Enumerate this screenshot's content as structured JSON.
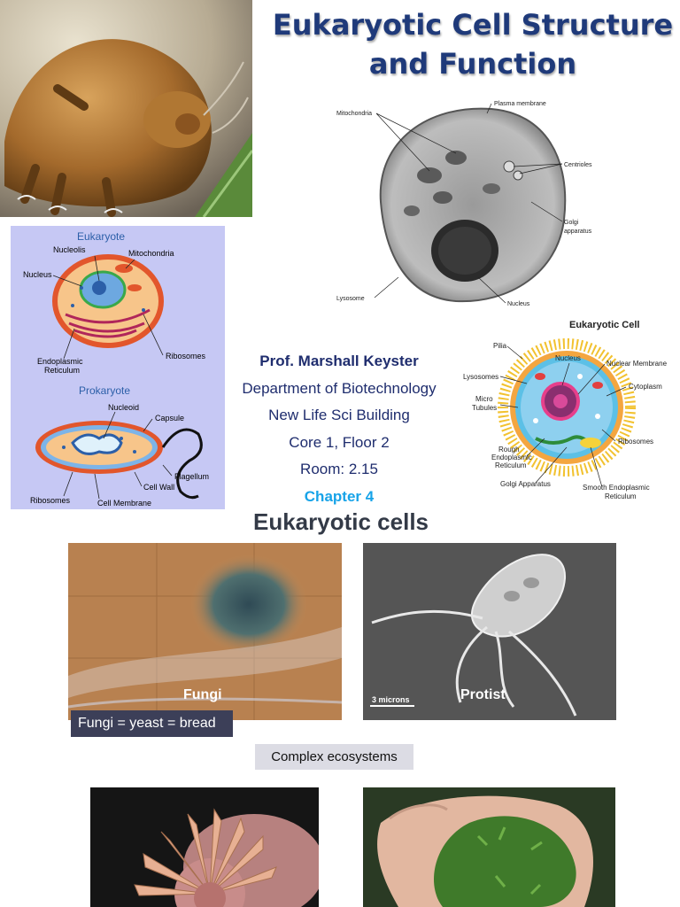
{
  "slide": {
    "title_line1": "Eukaryotic Cell Structure",
    "title_line2": "and Function"
  },
  "instructor": {
    "name": "Prof. Marshall Keyster",
    "department": "Department of Biotechnology",
    "building": "New Life Sci Building",
    "floor": "Core 1, Floor 2",
    "room": "Room: 2.15",
    "chapter": "Chapter 4"
  },
  "comparison_diagram": {
    "eukaryote_heading": "Eukaryote",
    "prokaryote_heading": "Prokaryote",
    "eukaryote_labels": {
      "nucleolis": "Nucleolis",
      "mitochondria": "Mitochondria",
      "nucleus": "Nucleus",
      "ribosomes": "Ribosomes",
      "er_line1": "Endoplasmic",
      "er_line2": "Reticulum"
    },
    "prokaryote_labels": {
      "nucleoid": "Nucleoid",
      "capsule": "Capsule",
      "flagellum": "Flagellum",
      "cell_wall": "Cell Wall",
      "ribosomes": "Ribosomes",
      "cell_membrane": "Cell Membrane"
    }
  },
  "micrograph": {
    "labels": {
      "plasma_membrane": "Plasma membrane",
      "mitochondria": "Mitochondria",
      "centrioles": "Centrioles",
      "golgi_line1": "Golgi",
      "golgi_line2": "apparatus",
      "lysosome": "Lysosome",
      "nucleus": "Nucleus"
    }
  },
  "eukaryotic_cell_diagram": {
    "title": "Eukaryotic Cell",
    "labels": {
      "pilia": "Pilia",
      "nucleus": "Nucleus",
      "nuclear_membrane": "Nuclear Membrane",
      "lysosomes": "Lysosomes",
      "cytoplasm": "Cytoplasm",
      "micro_line1": "Micro",
      "micro_line2": "Tubules",
      "ribosomes": "Ribosomes",
      "rough_line1": "Rough",
      "rough_line2": "Endoplasmic",
      "rough_line3": "Reticulum",
      "golgi": "Golgi Apparatus",
      "smooth_line1": "Smooth Endoplasmic",
      "smooth_line2": "Reticulum"
    }
  },
  "examples": {
    "heading": "Eukaryotic cells",
    "fungi_caption": "Fungi",
    "protist_caption": "Protist",
    "scale_bar": "3 microns",
    "fungi_note": "Fungi = yeast = bread",
    "complex_note": "Complex ecosystems"
  },
  "colors": {
    "title": "#1f3a7a",
    "info_text": "#1f2d6e",
    "chapter": "#17a3e8",
    "compare_bg": "#c6c8f4",
    "heading_blue": "#2c5fa8",
    "cell_title_red": "#c0141c"
  }
}
